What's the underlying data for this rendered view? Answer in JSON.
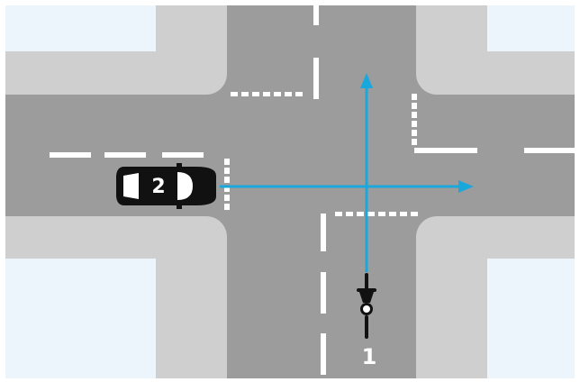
{
  "colors": {
    "background": "#ffffff",
    "block": "#edf5fc",
    "sidewalk": "#cfcfcf",
    "road": "#9c9c9c",
    "marking": "#ffffff",
    "arrow": "#1aa8dc",
    "vehicle": "#111111"
  },
  "vehicles": [
    {
      "label": "2",
      "type": "car",
      "heading": "east",
      "icon": "car-icon"
    },
    {
      "label": "1",
      "type": "bicycle",
      "heading": "north",
      "icon": "bicycle-icon"
    }
  ]
}
